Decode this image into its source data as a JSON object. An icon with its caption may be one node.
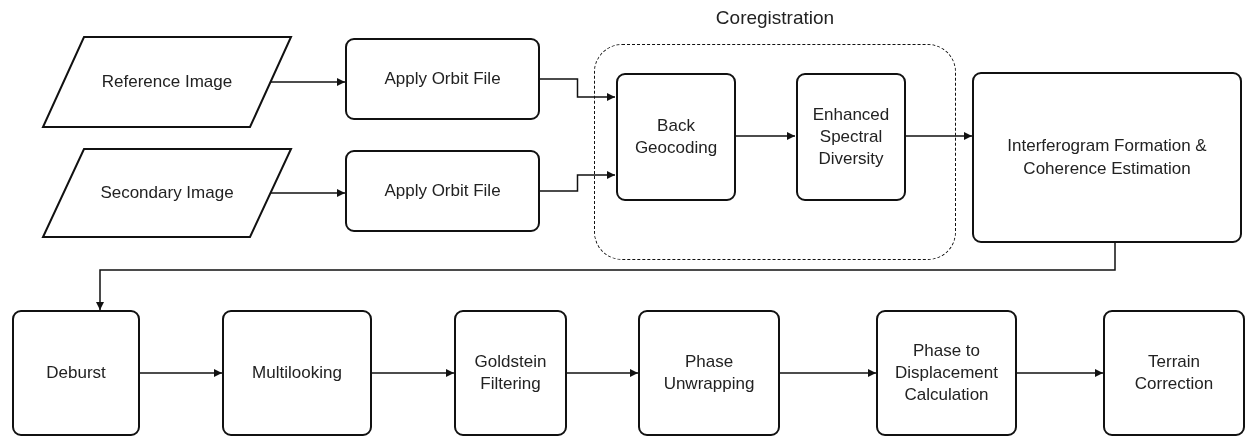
{
  "diagram": {
    "nodes": [
      {
        "text": [
          "Reference Image"
        ]
      },
      {
        "text": [
          "Secondary Image"
        ]
      },
      {
        "text": [
          "Apply Orbit File"
        ]
      },
      {
        "text": [
          "Apply Orbit File"
        ]
      },
      {
        "text": [
          "Coregistration"
        ]
      },
      {
        "text": [
          "Back Geocoding"
        ],
        "in": 4
      },
      {
        "text": [
          "Enhanced Spectral Diversity"
        ],
        "in": 4
      },
      {
        "text": [
          "Interferogram Formation & Coherence Estimation"
        ]
      },
      {
        "text": [
          "Deburst"
        ]
      },
      {
        "text": [
          "Multilooking"
        ]
      },
      {
        "text": [
          "Goldstein Filtering"
        ]
      },
      {
        "text": [
          "Phase Unwrapping"
        ]
      },
      {
        "text": [
          "Phase to Displacement Calculation"
        ]
      },
      {
        "text": [
          "Terrain Correction"
        ]
      }
    ],
    "edges": [
      {
        "from": 0,
        "to": 2,
        "arrow": "to"
      },
      {
        "from": 1,
        "to": 3,
        "arrow": "to"
      },
      {
        "from": 2,
        "to": 5,
        "arrow": "to"
      },
      {
        "from": 3,
        "to": 5,
        "arrow": "to"
      },
      {
        "from": 5,
        "to": 6,
        "arrow": "to"
      },
      {
        "from": 6,
        "to": 7,
        "arrow": "to"
      },
      {
        "from": 7,
        "to": 8,
        "arrow": "to"
      },
      {
        "from": 8,
        "to": 9,
        "arrow": "to"
      },
      {
        "from": 9,
        "to": 10,
        "arrow": "to"
      },
      {
        "from": 10,
        "to": 11,
        "arrow": "to"
      },
      {
        "from": 11,
        "to": 12,
        "arrow": "to"
      },
      {
        "from": 12,
        "to": 13,
        "arrow": "to"
      }
    ]
  }
}
